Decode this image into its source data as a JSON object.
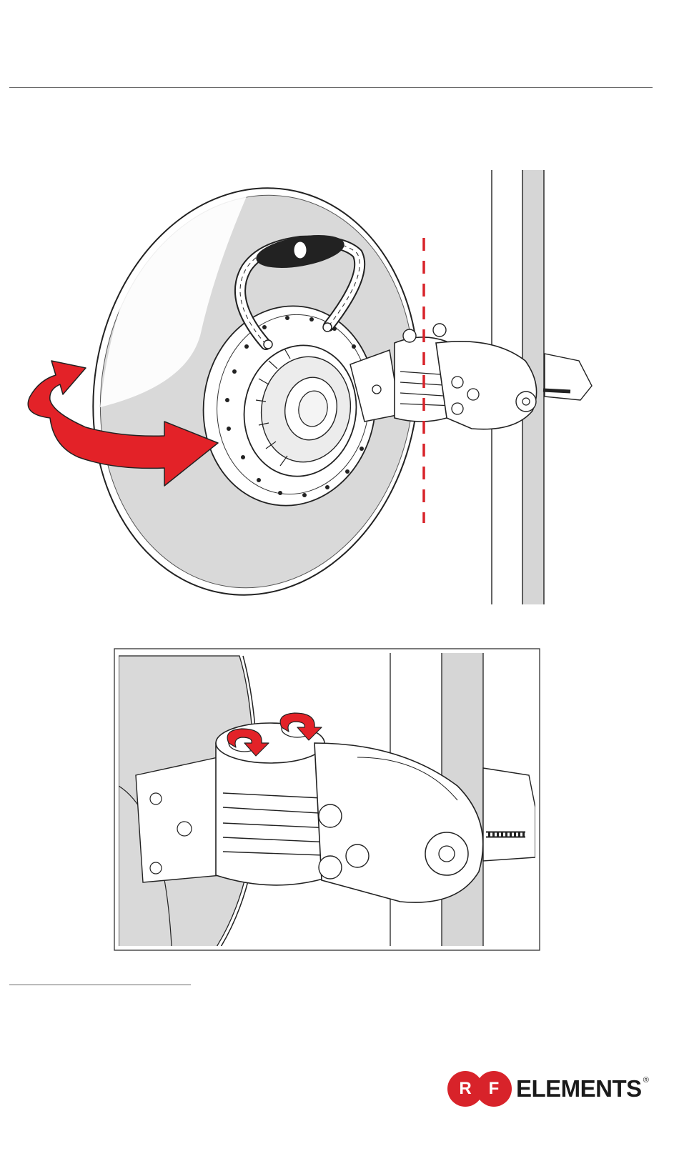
{
  "logo": {
    "letter_r": "R",
    "letter_f": "F",
    "word": "ELEMENTS",
    "registered": "®",
    "brand_color": "#d8232a"
  },
  "figures": {
    "main": {
      "rotation_arrow_icon": "curved-rotation-arrow-icon",
      "axis_line_color": "#d8232a"
    },
    "detail": {
      "bolt_rotation_icons": [
        "rotate-counterclockwise-icon",
        "rotate-counterclockwise-icon"
      ]
    }
  }
}
